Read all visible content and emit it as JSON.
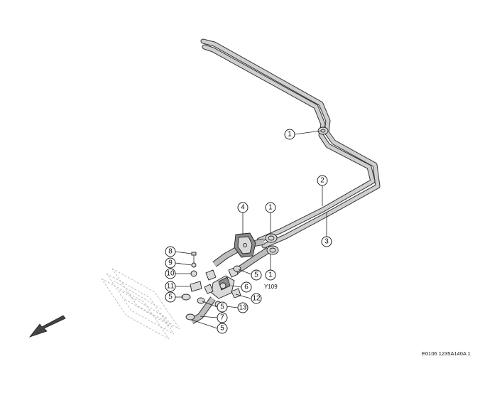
{
  "diagram": {
    "component_label": "Y109",
    "reference_code": "E0106 1235A140A 1",
    "callouts": [
      {
        "id": "c1a",
        "text": "1"
      },
      {
        "id": "c2",
        "text": "2"
      },
      {
        "id": "c3",
        "text": "3"
      },
      {
        "id": "c4",
        "text": "4"
      },
      {
        "id": "c1b",
        "text": "1"
      },
      {
        "id": "c1c",
        "text": "1"
      },
      {
        "id": "c5a",
        "text": "5"
      },
      {
        "id": "c6",
        "text": "6"
      },
      {
        "id": "c12",
        "text": "12"
      },
      {
        "id": "c13",
        "text": "13"
      },
      {
        "id": "c7",
        "text": "7"
      },
      {
        "id": "c5b",
        "text": "5"
      },
      {
        "id": "c5c",
        "text": "5"
      },
      {
        "id": "c5d",
        "text": "5"
      },
      {
        "id": "c11",
        "text": "11"
      },
      {
        "id": "c10",
        "text": "10"
      },
      {
        "id": "c9",
        "text": "9"
      },
      {
        "id": "c8",
        "text": "8"
      }
    ],
    "icons": {
      "direction_arrow": "front-direction-arrow-icon"
    }
  }
}
